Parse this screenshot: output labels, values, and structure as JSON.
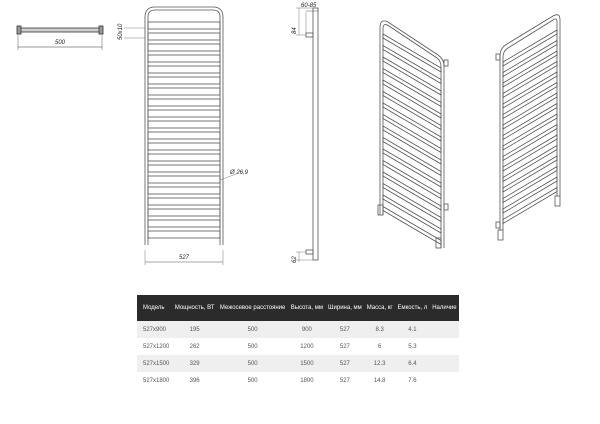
{
  "dimensions": {
    "width_top": "500",
    "tube_profile": "50x10",
    "rail_diameter": "Ø 26,9",
    "width_bottom": "527",
    "wall_distance": "60-85",
    "top_mount": "84",
    "bottom_mount": "62"
  },
  "table": {
    "headers": [
      "Модель",
      "Мощность, ВТ",
      "Межосевое расстояние",
      "Высота, мм",
      "Ширина, мм",
      "Масса, кг",
      "Емкость, л",
      "Наличие"
    ],
    "rows": [
      [
        "527x900",
        "195",
        "500",
        "900",
        "527",
        "8.3",
        "4.1",
        ""
      ],
      [
        "527x1200",
        "262",
        "500",
        "1200",
        "527",
        "6",
        "5.3",
        ""
      ],
      [
        "527x1500",
        "329",
        "500",
        "1500",
        "527",
        "12.3",
        "6.4",
        ""
      ],
      [
        "527x1800",
        "396",
        "500",
        "1800",
        "527",
        "14.8",
        "7.6",
        ""
      ]
    ]
  }
}
